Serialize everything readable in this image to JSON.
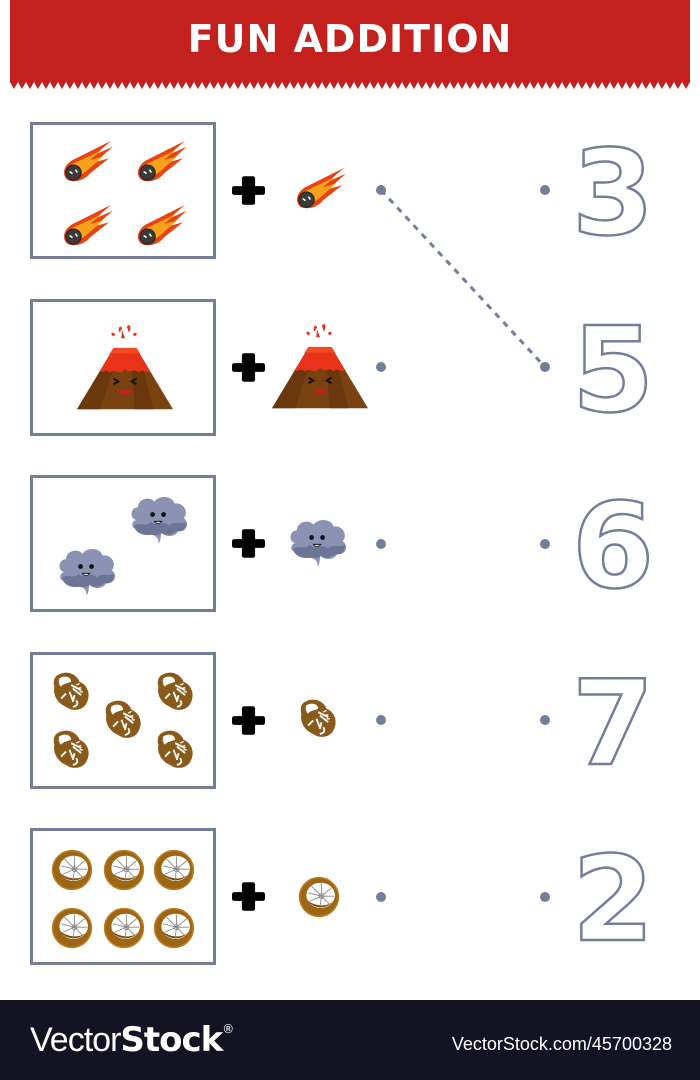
{
  "header": {
    "title": "FUN ADDITION",
    "background_color": "#c3201e"
  },
  "colors": {
    "box_border": "#737e99",
    "dot": "#737e99",
    "plus": "#000000",
    "footer_bg": "#131324"
  },
  "rows": [
    {
      "item": "meteor",
      "box_count": 4,
      "plus_count": 1,
      "answer_label": "3"
    },
    {
      "item": "volcano",
      "box_count": 1,
      "plus_count": 1,
      "answer_label": "5"
    },
    {
      "item": "smoke-cloud",
      "box_count": 2,
      "plus_count": 1,
      "answer_label": "6"
    },
    {
      "item": "dinosaur-fossil",
      "box_count": 5,
      "plus_count": 1,
      "answer_label": "7"
    },
    {
      "item": "ammonite-fossil",
      "box_count": 6,
      "plus_count": 1,
      "answer_label": "2"
    }
  ],
  "example_connection": {
    "from_row": 1,
    "to_numeral": "5"
  },
  "footer": {
    "logo_thin": "Vector",
    "logo_bold": "Stock",
    "logo_mark": "®",
    "image_id": "VectorStock.com/45700328"
  }
}
